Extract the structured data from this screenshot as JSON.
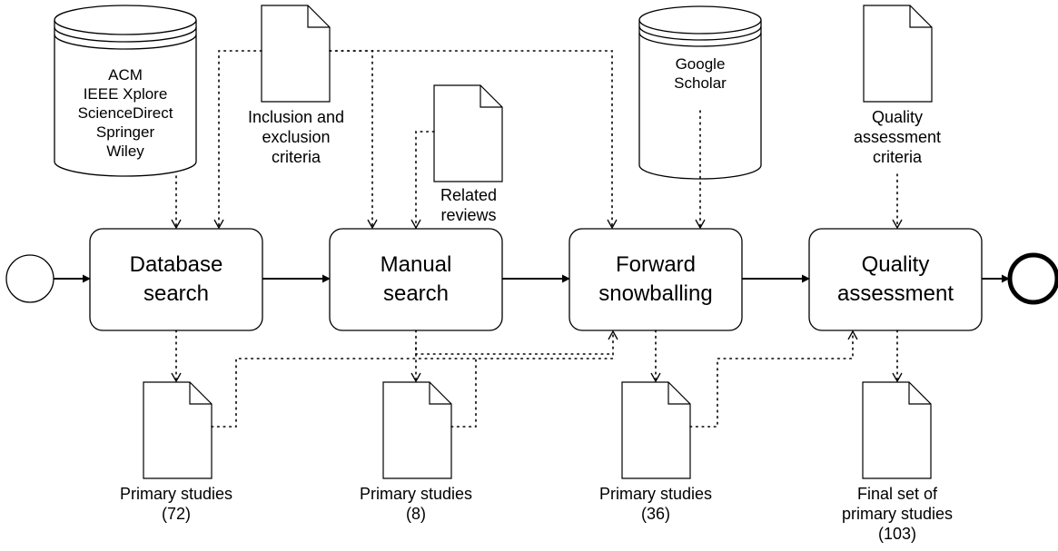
{
  "databases": {
    "sources": [
      "ACM",
      "IEEE Xplore",
      "ScienceDirect",
      "Springer",
      "Wiley"
    ],
    "scholar": [
      "Google",
      "Scholar"
    ]
  },
  "documents": {
    "inclusion_criteria": [
      "Inclusion and",
      "exclusion",
      "criteria"
    ],
    "related_reviews": [
      "Related",
      "reviews"
    ],
    "quality_criteria": [
      "Quality",
      "assessment",
      "criteria"
    ]
  },
  "tasks": [
    {
      "lines": [
        "Database",
        "search"
      ]
    },
    {
      "lines": [
        "Manual",
        "search"
      ]
    },
    {
      "lines": [
        "Forward",
        "snowballing"
      ]
    },
    {
      "lines": [
        "Quality",
        "assessment"
      ]
    }
  ],
  "outputs": [
    {
      "lines": [
        "Primary studies",
        "(72)"
      ]
    },
    {
      "lines": [
        "Primary studies",
        "(8)"
      ]
    },
    {
      "lines": [
        "Primary studies",
        "(36)"
      ]
    },
    {
      "lines": [
        "Final set of",
        "primary studies",
        "(103)"
      ]
    }
  ]
}
